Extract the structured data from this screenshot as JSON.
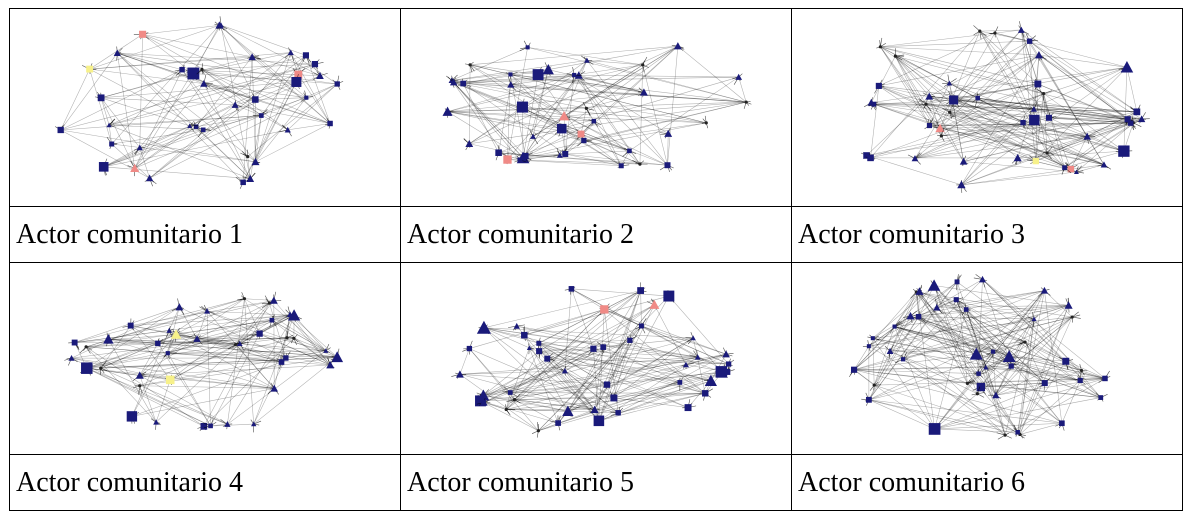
{
  "colors": {
    "node_primary": "#1a1a7a",
    "node_alt_pink": "#f08a86",
    "node_alt_yellow": "#f7f18a",
    "edge": "#000000",
    "border": "#000000"
  },
  "cells": [
    {
      "label": "Actor comunitario 1",
      "seed": 11,
      "icon": "network-graph-icon"
    },
    {
      "label": "Actor comunitario 2",
      "seed": 23,
      "icon": "network-graph-icon"
    },
    {
      "label": "Actor comunitario 3",
      "seed": 37,
      "icon": "network-graph-icon"
    },
    {
      "label": "Actor comunitario 4",
      "seed": 41,
      "icon": "network-graph-icon"
    },
    {
      "label": "Actor comunitario 5",
      "seed": 53,
      "icon": "network-graph-icon"
    },
    {
      "label": "Actor comunitario 6",
      "seed": 67,
      "icon": "network-graph-icon"
    }
  ]
}
